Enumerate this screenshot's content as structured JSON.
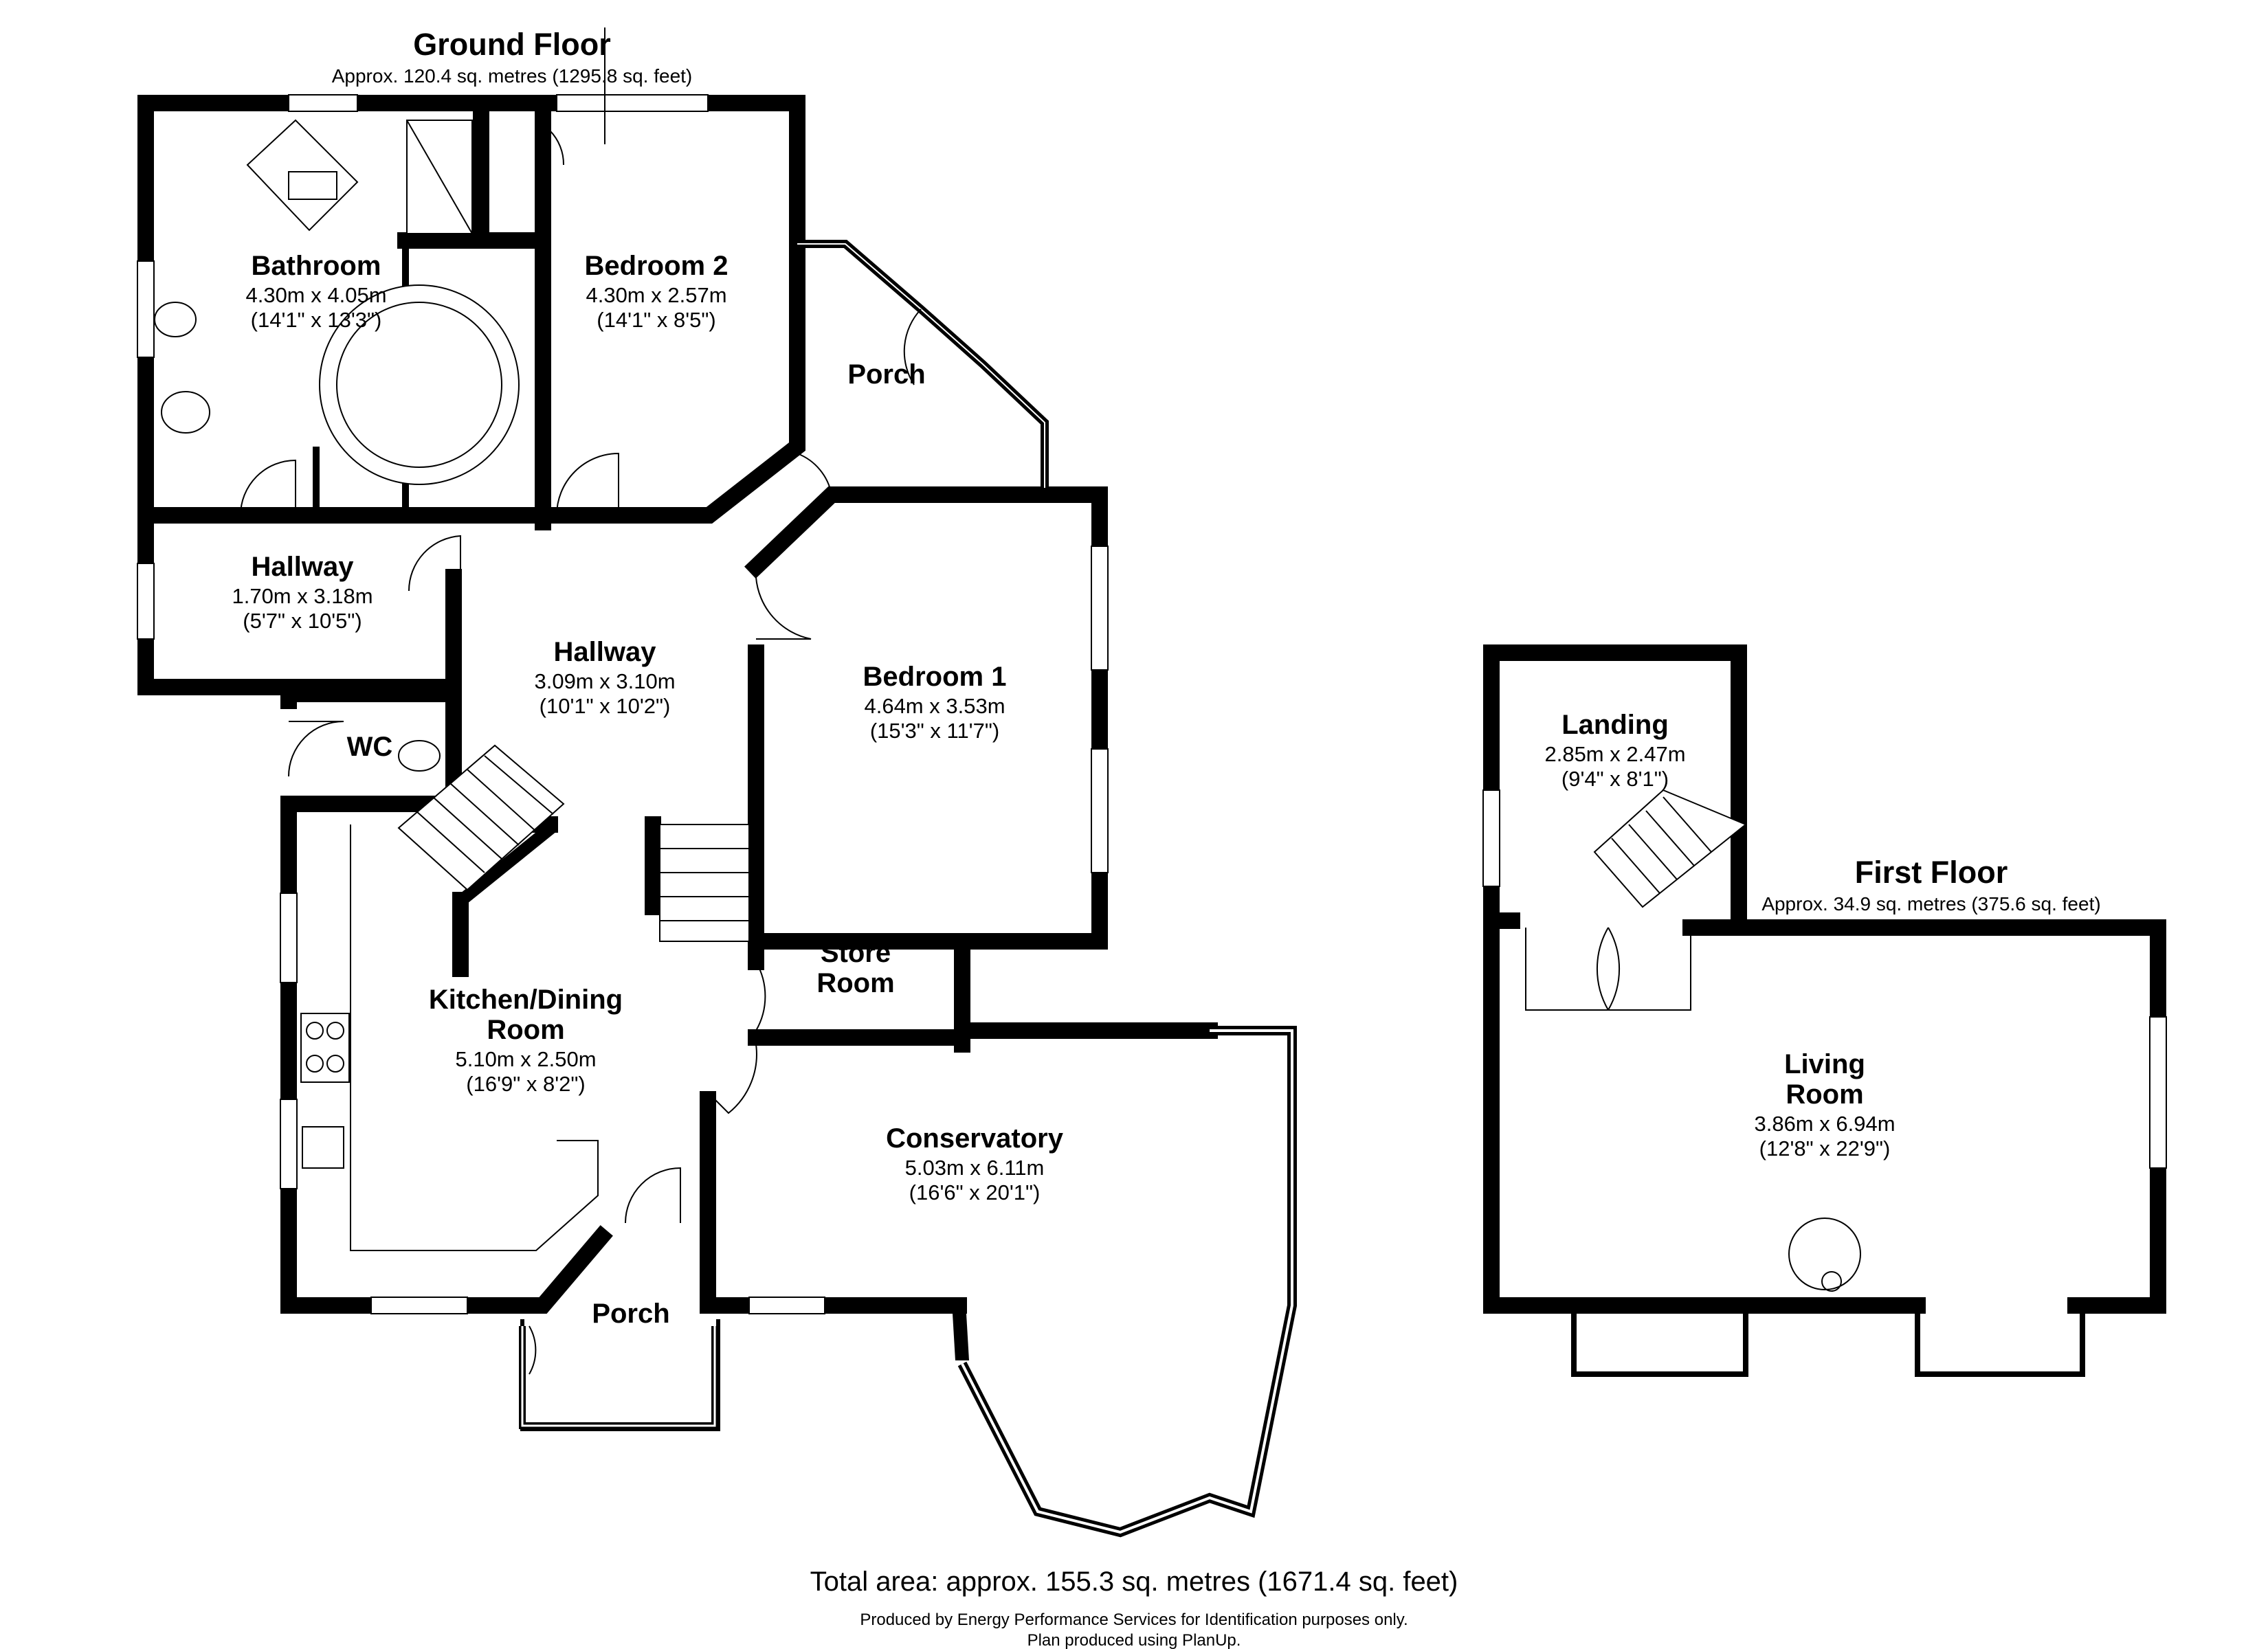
{
  "ground_floor": {
    "title": "Ground Floor",
    "area": "Approx. 120.4 sq. metres (1295.8 sq. feet)"
  },
  "first_floor": {
    "title": "First Floor",
    "area": "Approx. 34.9 sq. metres (375.6 sq. feet)"
  },
  "rooms": [
    {
      "id": "bathroom",
      "name": [
        "Bathroom"
      ],
      "dims": "4.30m x 4.05m",
      "imperial": "(14'1\" x 13'3\")"
    },
    {
      "id": "bedroom-2",
      "name": [
        "Bedroom 2"
      ],
      "dims": "4.30m x 2.57m",
      "imperial": "(14'1\" x 8'5\")"
    },
    {
      "id": "porch-top",
      "name": [
        "Porch"
      ],
      "dims": "",
      "imperial": ""
    },
    {
      "id": "hallway-small",
      "name": [
        "Hallway"
      ],
      "dims": "1.70m x 3.18m",
      "imperial": "(5'7\" x 10'5\")"
    },
    {
      "id": "hallway-main",
      "name": [
        "Hallway"
      ],
      "dims": "3.09m x 3.10m",
      "imperial": "(10'1\" x 10'2\")"
    },
    {
      "id": "bedroom-1",
      "name": [
        "Bedroom 1"
      ],
      "dims": "4.64m x 3.53m",
      "imperial": "(15'3\" x 11'7\")"
    },
    {
      "id": "wc",
      "name": [
        "WC"
      ],
      "dims": "",
      "imperial": ""
    },
    {
      "id": "store-room",
      "name": [
        "Store",
        "Room"
      ],
      "dims": "",
      "imperial": ""
    },
    {
      "id": "kitchen-dining",
      "name": [
        "Kitchen/Dining",
        "Room"
      ],
      "dims": "5.10m x 2.50m",
      "imperial": "(16'9\" x 8'2\")"
    },
    {
      "id": "conservatory",
      "name": [
        "Conservatory"
      ],
      "dims": "5.03m x 6.11m",
      "imperial": "(16'6\" x 20'1\")"
    },
    {
      "id": "porch-bottom",
      "name": [
        "Porch"
      ],
      "dims": "",
      "imperial": ""
    },
    {
      "id": "landing",
      "name": [
        "Landing"
      ],
      "dims": "2.85m x 2.47m",
      "imperial": "(9'4\" x 8'1\")"
    },
    {
      "id": "living-room",
      "name": [
        "Living",
        "Room"
      ],
      "dims": "3.86m x 6.94m",
      "imperial": "(12'8\" x 22'9\")"
    }
  ],
  "total_area": "Total area: approx. 155.3 sq. metres (1671.4 sq. feet)",
  "footer": {
    "line1": "Produced by Energy Performance Services for Identification purposes only.",
    "line2": "Plan produced using PlanUp."
  }
}
